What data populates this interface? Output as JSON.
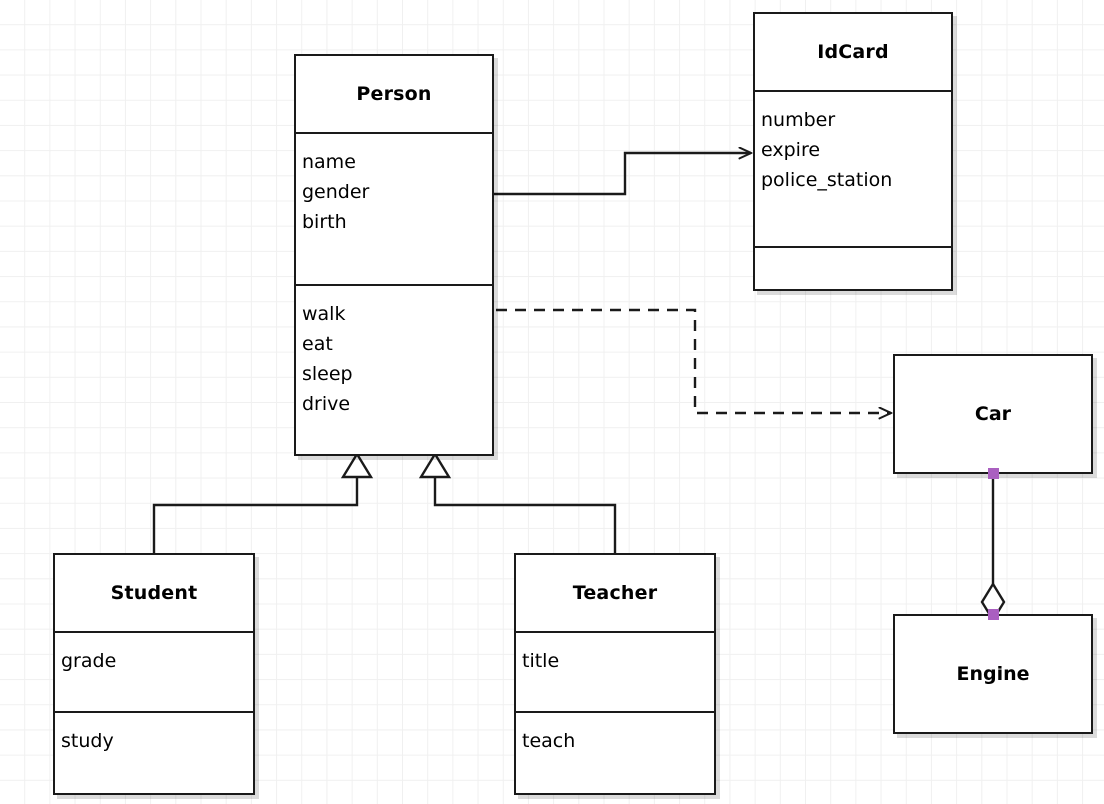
{
  "diagram": {
    "type": "uml-class-diagram",
    "background": "#ffffff",
    "grid_color": "#f0f0f0",
    "line_color": "#1a1a1a",
    "selection_handle_color": "#aa5fc0"
  },
  "classes": {
    "person": {
      "name": "Person",
      "attributes": [
        "name",
        "gender",
        "birth"
      ],
      "methods": [
        "walk",
        "eat",
        "sleep",
        "drive"
      ]
    },
    "idcard": {
      "name": "IdCard",
      "attributes": [
        "number",
        "expire",
        "police_station"
      ],
      "methods": []
    },
    "student": {
      "name": "Student",
      "attributes": [
        "grade"
      ],
      "methods": [
        "study"
      ]
    },
    "teacher": {
      "name": "Teacher",
      "attributes": [
        "title"
      ],
      "methods": [
        "teach"
      ]
    },
    "car": {
      "name": "Car",
      "attributes": [],
      "methods": []
    },
    "engine": {
      "name": "Engine",
      "attributes": [],
      "methods": []
    }
  },
  "relationships": [
    {
      "id": "person-idcard",
      "kind": "association",
      "style": "solid",
      "arrow": "open",
      "from": "Person",
      "to": "IdCard"
    },
    {
      "id": "person-car",
      "kind": "dependency",
      "style": "dashed",
      "arrow": "open",
      "from": "Person",
      "to": "Car"
    },
    {
      "id": "student-person",
      "kind": "generalization",
      "style": "solid",
      "arrow": "hollow-triangle",
      "from": "Student",
      "to": "Person"
    },
    {
      "id": "teacher-person",
      "kind": "generalization",
      "style": "solid",
      "arrow": "hollow-triangle",
      "from": "Teacher",
      "to": "Person"
    },
    {
      "id": "car-engine",
      "kind": "aggregation",
      "style": "solid",
      "arrow": "hollow-diamond",
      "from": "Car",
      "to": "Engine",
      "selected": true
    }
  ]
}
